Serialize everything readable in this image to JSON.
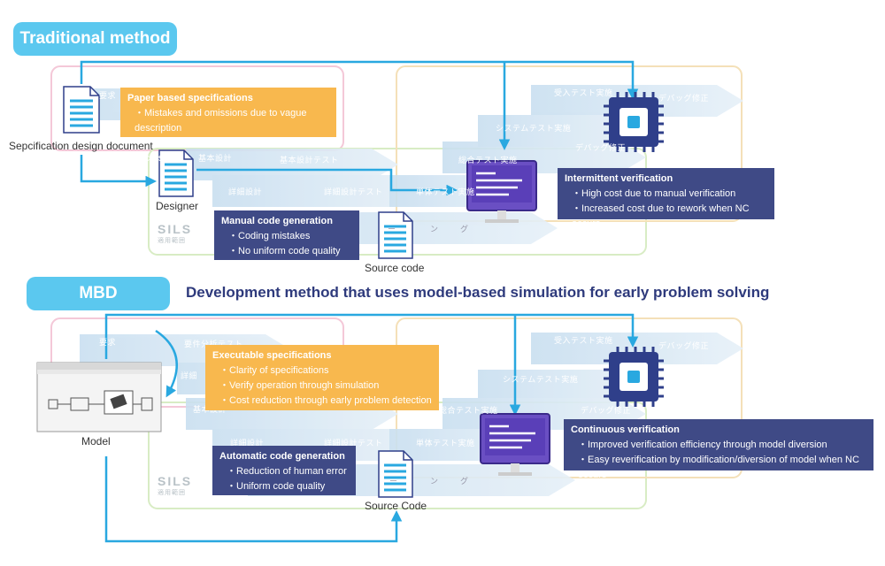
{
  "traditional": {
    "label": "Traditional method",
    "callouts": {
      "paper": {
        "title": "Paper based specifications",
        "items": [
          "Mistakes and omissions due to vague description",
          "Increased cost due to rework when NC occurs"
        ]
      },
      "manual": {
        "title": "Manual code generation",
        "items": [
          "Coding mistakes",
          "No uniform code quality"
        ]
      },
      "intermittent": {
        "title": "Intermittent verification",
        "items": [
          "High cost due to manual verification",
          "Increased cost due to rework when NC occurs"
        ]
      }
    },
    "captions": {
      "spec_doc": "Sepcification design document",
      "designer": "Designer",
      "source_code": "Source code"
    },
    "process_labels": {
      "requirements": "要求",
      "acceptance_test": "受入テスト実施",
      "debug_fix_1": "デバッグ修正",
      "system_test": "システムテスト実施",
      "debug_fix_2": "デバッグ修正",
      "basic_design": "基本設計",
      "basic_design_test": "基本設計テスト",
      "integration_test": "総合テスト実施",
      "detail_design": "詳細設計",
      "detail_design_test": "詳細設計テスト",
      "unit_test": "単体テスト実施",
      "coding_1": "コ",
      "coding_2": "ー",
      "coding_3": "ン",
      "coding_4": "グ"
    },
    "sils": "SILS",
    "sils_sub": "適用範囲"
  },
  "mbd": {
    "label": "MBD",
    "heading": "Development method that uses model-based simulation for early problem solving",
    "callouts": {
      "executable": {
        "title": "Executable specifications",
        "items": [
          "Clarity of specifications",
          "Verify operation through simulation",
          "Cost reduction through early problem detection"
        ]
      },
      "automatic": {
        "title": "Automatic code generation",
        "items": [
          "Reduction of human error",
          "Uniform code quality"
        ]
      },
      "continuous": {
        "title": "Continuous verification",
        "items": [
          "Improved verification efficiency through model diversion",
          "Easy reverification by modification/diversion of model when NC occurs"
        ]
      }
    },
    "captions": {
      "model": "Model",
      "source_code": "Source Code"
    },
    "process_labels": {
      "requirements": "要求",
      "spec_test": "要件分析テスト",
      "acceptance_test": "受入テスト実施",
      "debug_fix_1": "デバッグ修正",
      "detail": "詳細",
      "system_test": "システムテスト実施",
      "basic_design": "基本設計",
      "integration_test": "総合テスト実施",
      "debug_fix_2": "デバッグ修正",
      "detail_design": "詳細設計",
      "detail_design_test": "詳細設計テスト",
      "unit_test": "単体テスト実施",
      "coding_1": "コ",
      "coding_2": "ー",
      "coding_3": "ン",
      "coding_4": "グ"
    },
    "sils": "SILS",
    "sils_sub": "適用範囲"
  },
  "colors": {
    "accent": "#5bc8ef",
    "arrow": "#29a8e0",
    "orange": "#f8b84e",
    "navy": "#3f4a86",
    "monitor": "#6a4fc3",
    "chip": "#2f3f8a"
  }
}
